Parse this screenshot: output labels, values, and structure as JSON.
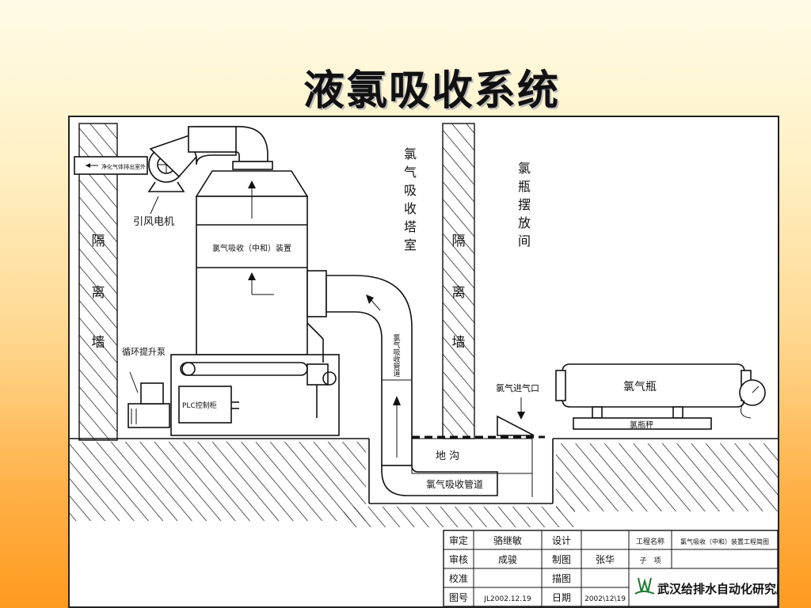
{
  "page": {
    "title": "液氯吸收系统"
  },
  "diagram": {
    "labels": {
      "purified_gas": "净化气体排出室外",
      "fan_motor": "引风电机",
      "absorption_device": "氯气吸收（中和）装置",
      "wall": [
        "隔",
        "离",
        "墙"
      ],
      "tower_room": [
        "氯",
        "气",
        "吸",
        "收",
        "塔",
        "室"
      ],
      "bottle_room": [
        "氯",
        "瓶",
        "摆",
        "放",
        "间"
      ],
      "pump": "循环提升泵",
      "plc": "PLC控制柜",
      "pipe_vertical": [
        "氯",
        "气",
        "吸",
        "收",
        "管",
        "道"
      ],
      "inlet": "氯气进气口",
      "cylinder": "氯气瓶",
      "scale": "氯瓶秤",
      "trench": "地    沟",
      "trench_pipe": "氯气吸收管道"
    }
  },
  "title_block": {
    "rows": [
      [
        "审定",
        "骆继敏",
        "设计",
        ""
      ],
      [
        "审核",
        "成骏",
        "制图",
        "张华"
      ],
      [
        "校准",
        "",
        "描图",
        ""
      ],
      [
        "图号",
        "JL2002.12.19",
        "日期",
        "2002\\12\\19"
      ]
    ],
    "project_label": "工程名称",
    "project_name": "氯气吸收（中和）装置工程简图",
    "item_label": "子　项",
    "item_value": "",
    "institute": "武汉给排水自动化研究所"
  }
}
